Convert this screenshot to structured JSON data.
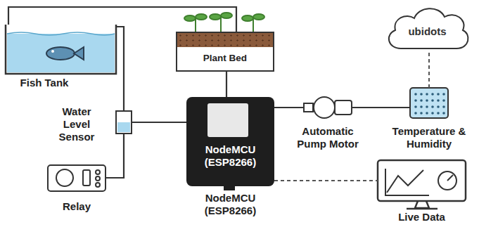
{
  "diagram": {
    "nodes": [
      {
        "text": [
          "Fish Tank"
        ]
      },
      {
        "text": [
          "Plant Bed"
        ]
      },
      {
        "text": [
          "ubidots"
        ]
      },
      {
        "text": [
          "Water Level Sensor"
        ]
      },
      {
        "text": [
          "NodeMCU (ESP8266)"
        ]
      },
      {
        "text": [
          "Automatic Pump Motor"
        ]
      },
      {
        "text": [
          "Temperature & Humidity"
        ]
      },
      {
        "text": [
          "Relay"
        ]
      },
      {
        "text": [
          "Live Data"
        ]
      }
    ],
    "edges": [
      {
        "from": 0,
        "to": 1,
        "arrow": "none"
      },
      {
        "from": 0,
        "to": 3,
        "arrow": "none"
      },
      {
        "from": 3,
        "to": 7,
        "arrow": "none"
      },
      {
        "from": 3,
        "to": 4,
        "arrow": "none"
      },
      {
        "from": 1,
        "to": 4,
        "arrow": "none"
      },
      {
        "from": 4,
        "to": 5,
        "arrow": "none"
      },
      {
        "from": 5,
        "to": 6,
        "arrow": "none"
      },
      {
        "from": 6,
        "to": 2,
        "arrow": "none"
      },
      {
        "from": 4,
        "to": 8,
        "arrow": "none"
      }
    ],
    "labels": [
      "NodeMCU (ESP8266)"
    ]
  }
}
